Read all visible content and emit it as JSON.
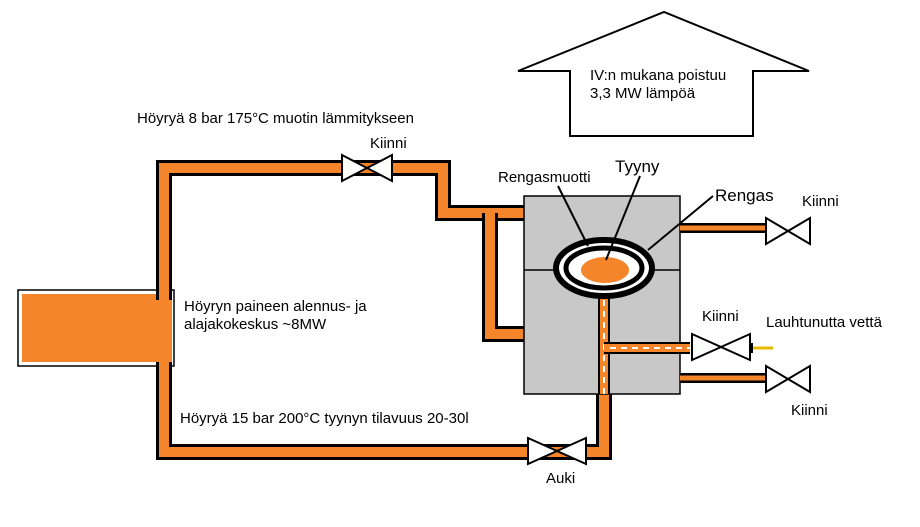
{
  "labels": {
    "heat_loss_house": [
      "IV:n mukana poistuu",
      "3,3 MW lämpöä"
    ],
    "steam_8bar": "Höyryä 8 bar 175°C muotin lämmitykseen",
    "steam_15bar": "Höyryä 15 bar 200°C tyynyn tilavuus 20-30l",
    "pressure_station": [
      "Höyryn paineen alennus- ja",
      "alajakokeskus ~8MW"
    ],
    "valve_top": "Kiinni",
    "valve_right_top": "Kiinni",
    "valve_right_mid": "Kiinni",
    "valve_right_bottom": "Kiinni",
    "valve_bottom": "Auki",
    "condensate": "Lauhtunutta vettä",
    "mould": "Rengasmuotti",
    "bladder": "Tyyny",
    "tyre": "Rengas"
  },
  "colors": {
    "pipe": "#f4852a",
    "station_fill": "#f4852a",
    "press_fill": "#c8c8c8",
    "condensate_line": "#e8b800",
    "line": "#000000"
  }
}
